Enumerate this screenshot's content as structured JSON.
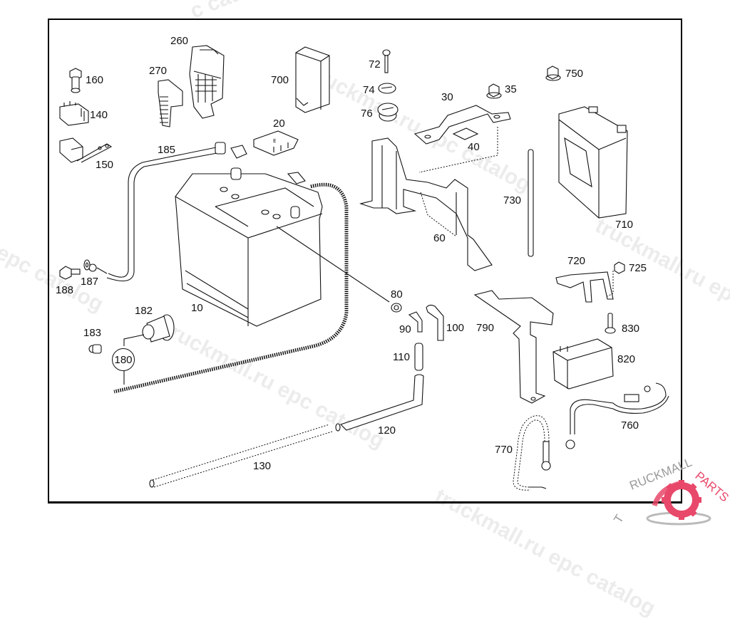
{
  "diagram": {
    "title": "Battery installation parts diagram",
    "frame_color": "#000000",
    "parts": [
      {
        "id": "10",
        "label": "10",
        "name": "battery-main"
      },
      {
        "id": "20",
        "label": "20",
        "name": "battery-cover-plate"
      },
      {
        "id": "30",
        "label": "30",
        "name": "hold-down-bracket"
      },
      {
        "id": "35",
        "label": "35",
        "name": "nut"
      },
      {
        "id": "40",
        "label": "40",
        "name": "pad"
      },
      {
        "id": "60",
        "label": "60",
        "name": "battery-tray-support"
      },
      {
        "id": "72",
        "label": "72",
        "name": "bolt"
      },
      {
        "id": "74",
        "label": "74",
        "name": "plug-cap"
      },
      {
        "id": "76",
        "label": "76",
        "name": "grommet-plug"
      },
      {
        "id": "80",
        "label": "80",
        "name": "vent-fitting"
      },
      {
        "id": "90",
        "label": "90",
        "name": "elbow-fitting"
      },
      {
        "id": "100",
        "label": "100",
        "name": "vent-hose-elbow"
      },
      {
        "id": "110",
        "label": "110",
        "name": "hose-connector"
      },
      {
        "id": "120",
        "label": "120",
        "name": "vent-hose"
      },
      {
        "id": "130",
        "label": "130",
        "name": "vent-tube"
      },
      {
        "id": "140",
        "label": "140",
        "name": "terminal-clamp"
      },
      {
        "id": "150",
        "label": "150",
        "name": "terminal-cover"
      },
      {
        "id": "160",
        "label": "160",
        "name": "terminal-bolt"
      },
      {
        "id": "180",
        "label": "180",
        "name": "corrugated-cable",
        "circled": true
      },
      {
        "id": "182",
        "label": "182",
        "name": "cable-grommet"
      },
      {
        "id": "183",
        "label": "183",
        "name": "cable-end-cap"
      },
      {
        "id": "185",
        "label": "185",
        "name": "ground-cable"
      },
      {
        "id": "187",
        "label": "187",
        "name": "ground-bolt"
      },
      {
        "id": "188",
        "label": "188",
        "name": "washer"
      },
      {
        "id": "260",
        "label": "260",
        "name": "fuse-box"
      },
      {
        "id": "270",
        "label": "270",
        "name": "fuse-box-cover"
      },
      {
        "id": "700",
        "label": "700",
        "name": "relay-module"
      },
      {
        "id": "710",
        "label": "710",
        "name": "auxiliary-battery"
      },
      {
        "id": "720",
        "label": "720",
        "name": "aux-battery-bracket"
      },
      {
        "id": "725",
        "label": "725",
        "name": "bracket-nut"
      },
      {
        "id": "730",
        "label": "730",
        "name": "rod"
      },
      {
        "id": "750",
        "label": "750",
        "name": "cap-nut"
      },
      {
        "id": "760",
        "label": "760",
        "name": "aux-positive-cable"
      },
      {
        "id": "770",
        "label": "770",
        "name": "aux-negative-cable"
      },
      {
        "id": "790",
        "label": "790",
        "name": "aux-battery-holder"
      },
      {
        "id": "820",
        "label": "820",
        "name": "backup-battery"
      },
      {
        "id": "830",
        "label": "830",
        "name": "mounting-screw"
      }
    ]
  },
  "watermarks": {
    "main_text": "truckmall.ru epc catalog",
    "partial_left": "l epc catalog",
    "partial_top": "c catalog"
  },
  "logo": {
    "text_dark": "TRUCKMALL",
    "text_accent": "PARTS",
    "accent_color": "#e8486a",
    "gray_color": "#9a9a9a"
  }
}
